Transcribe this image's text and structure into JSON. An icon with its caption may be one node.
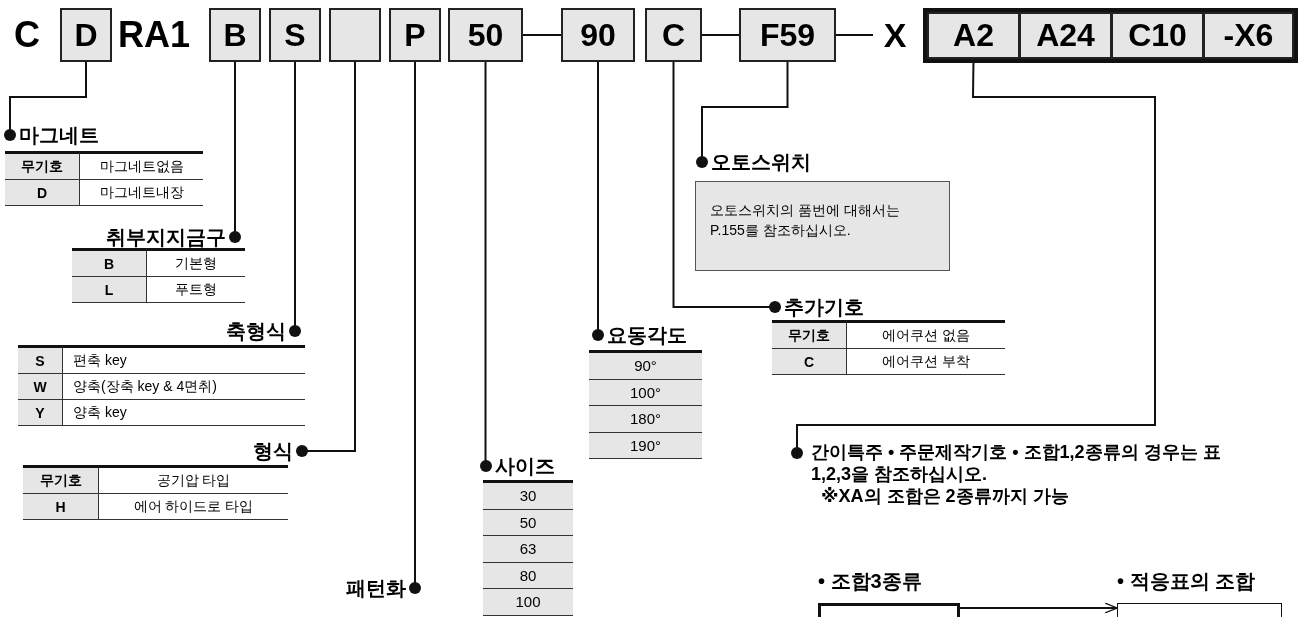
{
  "diagram": {
    "nodes": [
      {
        "text": [
          "D"
        ]
      },
      {
        "text": [
          "B"
        ]
      },
      {
        "text": [
          "S"
        ]
      },
      {
        "text": [],
        "shape": "box"
      },
      {
        "text": [
          "P"
        ]
      },
      {
        "text": [
          "50"
        ]
      },
      {
        "text": [
          "90"
        ]
      },
      {
        "text": [
          "C"
        ]
      },
      {
        "text": [
          "F59"
        ]
      },
      {
        "text": [
          "X"
        ]
      },
      {
        "text": [],
        "shape": "box"
      },
      {
        "text": [
          "A2"
        ],
        "in": 10
      },
      {
        "text": [
          "A24"
        ],
        "in": 10
      },
      {
        "text": [
          "C10"
        ],
        "in": 10
      },
      {
        "text": [
          "-X6"
        ],
        "in": 10
      },
      {
        "text": [
          "마그네트"
        ]
      },
      {
        "text": [
          "취부지지금구"
        ]
      },
      {
        "text": [
          "축형식"
        ]
      },
      {
        "text": [
          "형식"
        ]
      },
      {
        "text": [
          "패턴화"
        ]
      },
      {
        "text": [
          "사이즈"
        ]
      },
      {
        "text": [
          "요동각도"
        ]
      },
      {
        "text": [
          "오토스위치"
        ]
      },
      {
        "text": [
          "오토스위치의 품번에 대해서는 P.155를 참조하십시오."
        ]
      },
      {
        "text": [
          "추가기호"
        ]
      },
      {
        "text": [
          "간이특주 • 주문제작기호 • 조합1,2종류의 경우는 표 1,2,3을 참조하십시오.",
          "※XA의 조합은 2종류까지 가능"
        ]
      },
      {
        "text": [],
        "shape": "box",
        "beside": [
          "• 조합3종류"
        ]
      },
      {
        "text": [],
        "shape": "box",
        "beside": [
          "• 적응표의 조합"
        ]
      }
    ],
    "edges": [
      {
        "from": 0,
        "to": 15,
        "arrow": "other"
      },
      {
        "from": 1,
        "to": 16,
        "arrow": "other"
      },
      {
        "from": 2,
        "to": 17,
        "arrow": "other"
      },
      {
        "from": 3,
        "to": 18,
        "arrow": "other"
      },
      {
        "from": 4,
        "to": 19,
        "arrow": "other"
      },
      {
        "from": 5,
        "to": 20,
        "arrow": "other"
      },
      {
        "from": 6,
        "to": 21,
        "arrow": "other"
      },
      {
        "from": 7,
        "to": 24,
        "arrow": "other"
      },
      {
        "from": 8,
        "to": 22,
        "arrow": "other"
      },
      {
        "from": 11,
        "to": 25,
        "arrow": "other"
      },
      {
        "from": 5,
        "to": 6,
        "arrow": "none"
      },
      {
        "from": 7,
        "to": 8,
        "arrow": "none"
      },
      {
        "from": 8,
        "to": 9,
        "arrow": "none"
      },
      {
        "from": 26,
        "to": 27,
        "arrow": "to"
      }
    ],
    "labels": [
      "C",
      "RA1",
      "무기호",
      "마그네트없음",
      "D",
      "마그네트내장",
      "B",
      "기본형",
      "L",
      "푸트형",
      "S",
      "편축 key",
      "W",
      "양축(장축 key & 4면취)",
      "Y",
      "양축 key",
      "무기호",
      "공기압 타입",
      "H",
      "에어 하이드로 타입",
      "90°",
      "100°",
      "180°",
      "190°",
      "무기호",
      "에어쿠션 없음",
      "C",
      "에어쿠션 부착",
      "30",
      "50",
      "63",
      "80",
      "100"
    ]
  }
}
